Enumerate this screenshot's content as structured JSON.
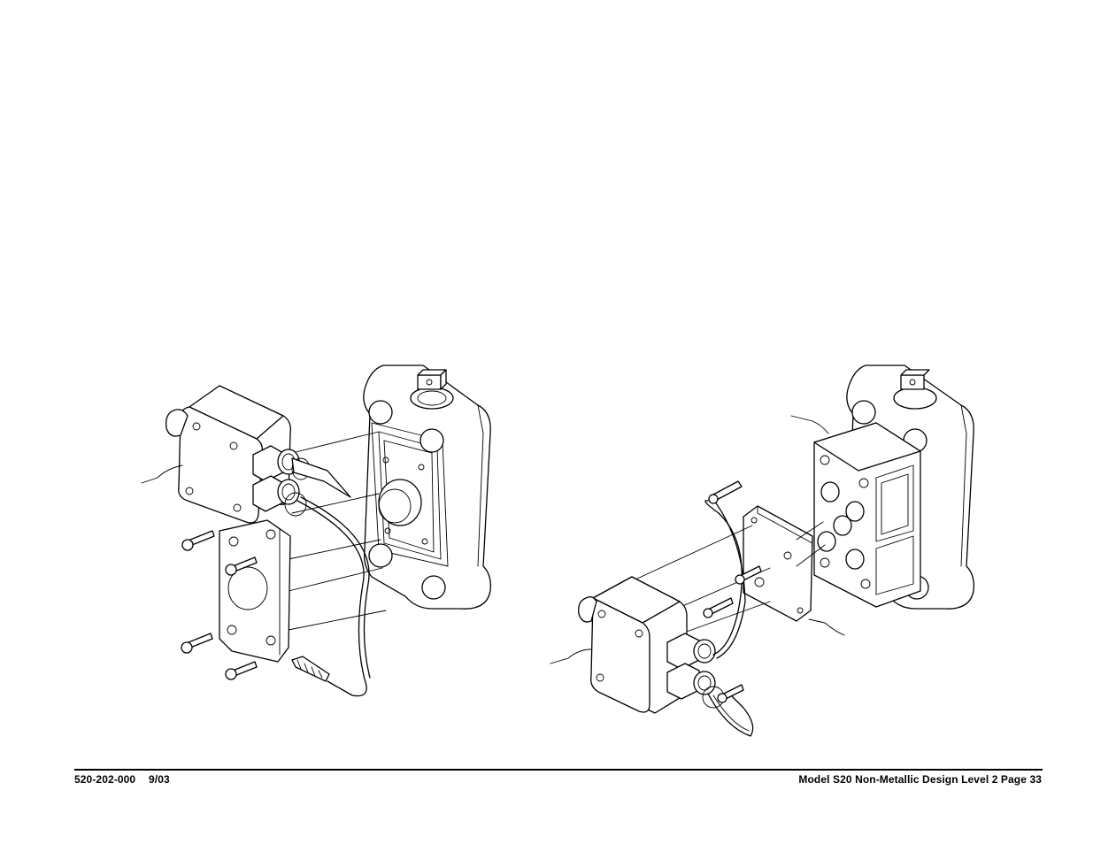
{
  "footer": {
    "document_number": "520-202-000",
    "date": "9/03",
    "title": "Model S20 Non-Metallic Design Level 2 Page 33"
  }
}
